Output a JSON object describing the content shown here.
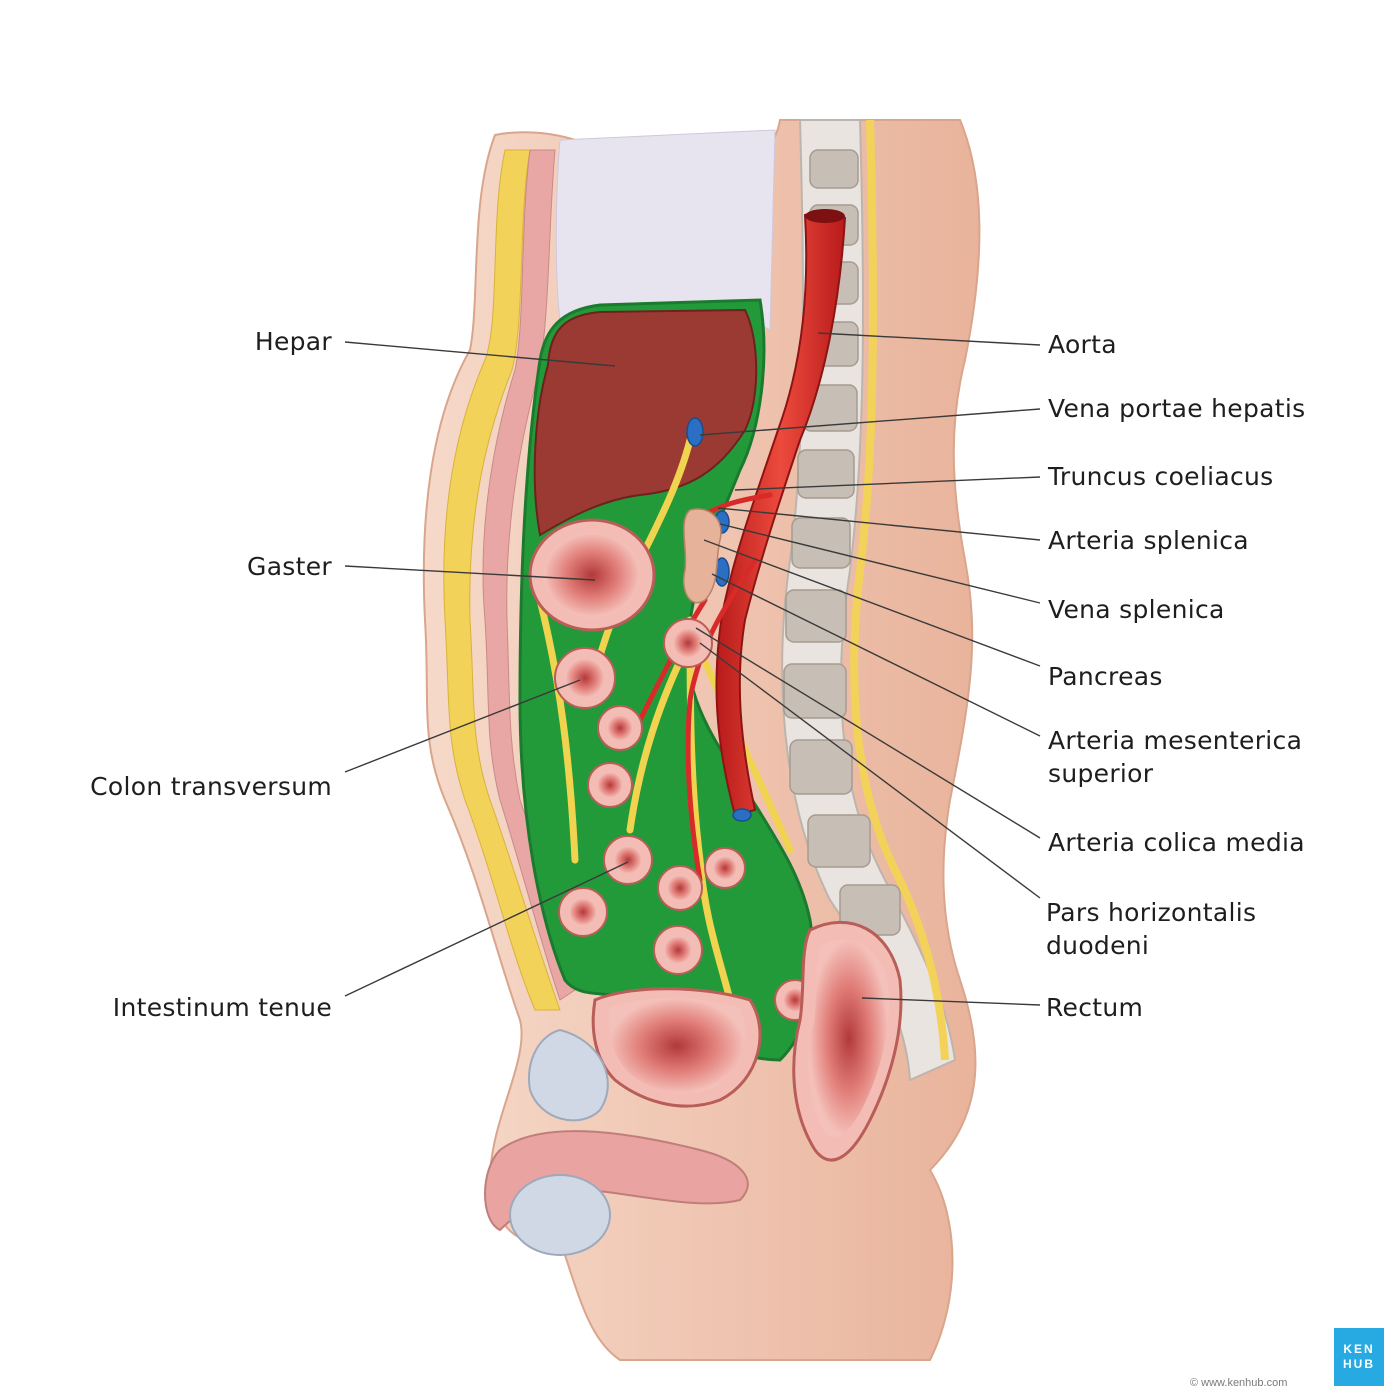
{
  "labels_left": [
    {
      "id": "hepar",
      "text": "Hepar"
    },
    {
      "id": "gaster",
      "text": "Gaster"
    },
    {
      "id": "colon",
      "text": "Colon transversum"
    },
    {
      "id": "intestinum",
      "text": "Intestinum tenue"
    }
  ],
  "labels_right": [
    {
      "id": "aorta",
      "text": "Aorta"
    },
    {
      "id": "vena-portae",
      "text": "Vena portae hepatis"
    },
    {
      "id": "truncus",
      "text": "Truncus coeliacus"
    },
    {
      "id": "arteria-splenica",
      "text": "Arteria splenica"
    },
    {
      "id": "vena-splenica",
      "text": "Vena splenica"
    },
    {
      "id": "pancreas",
      "text": "Pancreas"
    },
    {
      "id": "arteria-mesenterica",
      "text": "Arteria mesenterica superior"
    },
    {
      "id": "arteria-colica",
      "text": "Arteria colica media"
    },
    {
      "id": "pars-horizontalis",
      "text": "Pars horizontalis duodeni"
    },
    {
      "id": "rectum",
      "text": "Rectum"
    }
  ],
  "watermark": "© www.kenhub.com",
  "credit": "© www.kenhub.com",
  "logo": {
    "line1": "KEN",
    "line2": "HUB"
  },
  "colors": {
    "skin": "#f2c9b3",
    "fat": "#f3d25a",
    "peritoneum": "#2e9e3c",
    "liver": "#9b3a33",
    "artery": "#d92a2a",
    "vein": "#2a6fc4",
    "bowel": "#e79a93",
    "bone": "#cfc9c2",
    "logo": "#27a9e1"
  }
}
